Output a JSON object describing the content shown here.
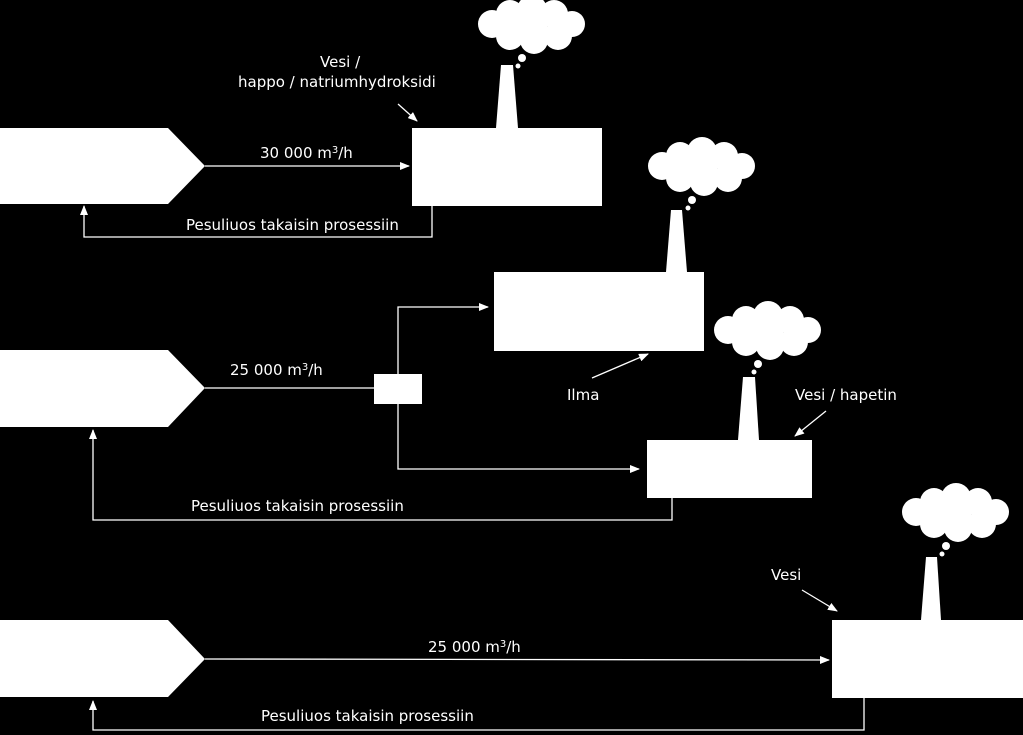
{
  "diagram": {
    "colors": {
      "background": "#000000",
      "foreground": "#ffffff"
    },
    "row1": {
      "flow_value": "30 000 m",
      "flow_exp": "3",
      "flow_unit": "/h",
      "input_line1": "Vesi /",
      "input_line2": "happo / natriumhydroksidi",
      "return_label": "Pesuliuos takaisin prosessiin"
    },
    "row2": {
      "flow_value": "25 000 m",
      "flow_exp": "3",
      "flow_unit": "/h",
      "air_label": "Ilma",
      "input_label": "Vesi / hapetin",
      "return_label": "Pesuliuos takaisin prosessiin"
    },
    "row3": {
      "flow_value": "25 000 m",
      "flow_exp": "3",
      "flow_unit": "/h",
      "input_label": "Vesi",
      "return_label": "Pesuliuos takaisin prosessiin"
    },
    "icons": [
      "source-pentagon",
      "scrubber-tower",
      "chimney",
      "smoke-cloud",
      "splitter-box"
    ]
  }
}
